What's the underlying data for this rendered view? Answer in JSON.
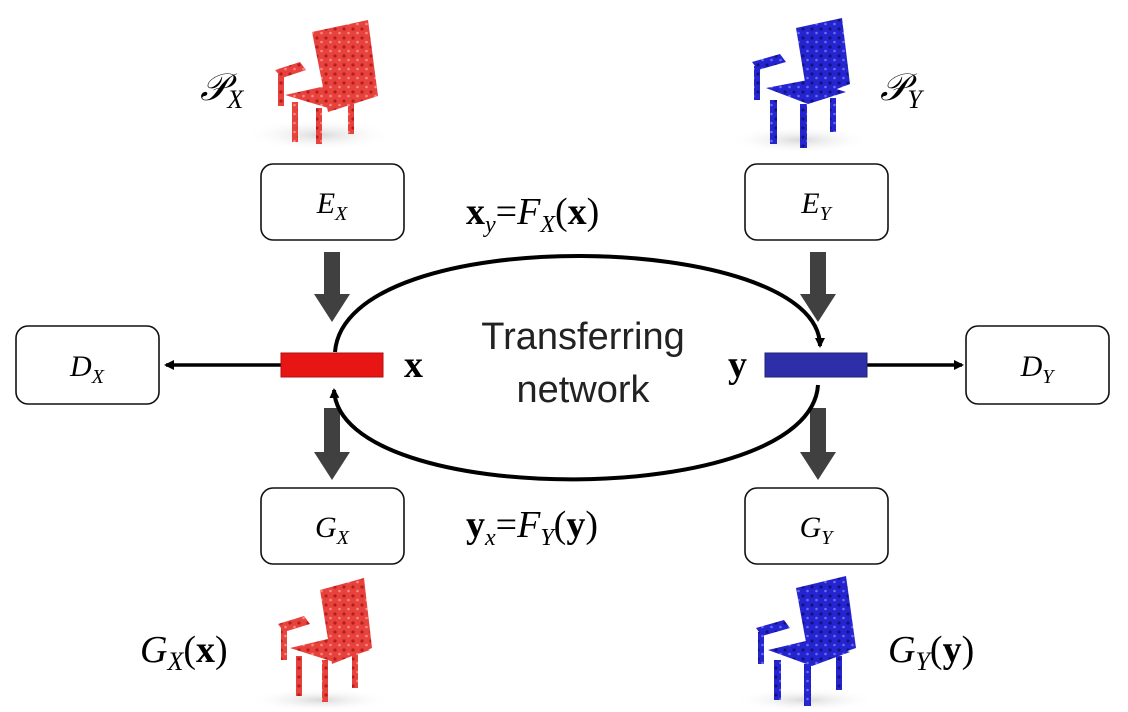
{
  "diagram": {
    "center_label_line1": "Transferring",
    "center_label_line2": "network",
    "boxes": {
      "ex": {
        "main": "E",
        "sub": "X"
      },
      "ey": {
        "main": "E",
        "sub": "Y"
      },
      "dx": {
        "main": "D",
        "sub": "X"
      },
      "dy": {
        "main": "D",
        "sub": "Y"
      },
      "gx": {
        "main": "G",
        "sub": "X"
      },
      "gy": {
        "main": "G",
        "sub": "Y"
      }
    },
    "latent_x_label": "x",
    "latent_y_label": "y",
    "top_formula": {
      "a": "x",
      "a_sub": "y",
      "eq": "=",
      "f": "F",
      "f_sub": "X",
      "open": "(",
      "arg": "x",
      "close": ")"
    },
    "bottom_formula": {
      "a": "y",
      "a_sub": "x",
      "eq": "=",
      "f": "F",
      "f_sub": "Y",
      "open": "(",
      "arg": "y",
      "close": ")"
    },
    "px_label": {
      "main": "𝒫",
      "sub": "X"
    },
    "py_label": {
      "main": "𝒫",
      "sub": "Y"
    },
    "gxx_label": {
      "main": "G",
      "sub": "X",
      "open": "(",
      "arg": "x",
      "close": ")"
    },
    "gyy_label": {
      "main": "G",
      "sub": "Y",
      "open": "(",
      "arg": "y",
      "close": ")"
    },
    "colors": {
      "red": "#e81515",
      "blue": "#2e2ea8",
      "chair_red": "#e8423d",
      "chair_blue": "#2424d0",
      "arrow_gray": "#404040",
      "ellipse": "#000000"
    }
  }
}
